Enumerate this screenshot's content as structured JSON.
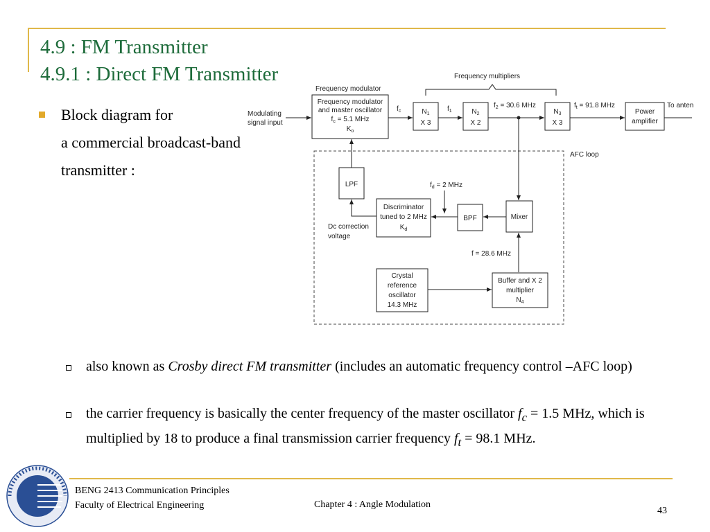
{
  "slide": {
    "title_line1": "4.9 : FM Transmitter",
    "title_line2": "4.9.1 : Direct FM Transmitter",
    "bullet": {
      "line1": "Block diagram for",
      "line2": "a commercial broadcast-band",
      "line3": "transmitter :"
    },
    "sub_bullets": [
      {
        "pre": "also known as ",
        "italic": "Crosby direct FM transmitter",
        "post": " (includes an automatic frequency control –AFC loop)"
      },
      {
        "text1": "the carrier frequency is basically the center frequency of the master oscillator ",
        "var1": "f",
        "sub1": "c",
        "text2": " = 1.5 MHz, which is multiplied by 18 to produce a final transmission carrier frequency ",
        "var2": "f",
        "sub2": "t",
        "text3": " = 98.1 MHz."
      }
    ]
  },
  "diagram": {
    "group_frequency_modulator": "Frequency modulator",
    "group_frequency_multipliers": "Frequency multipliers",
    "group_afc_loop": "AFC loop",
    "modulating_input": [
      "Modulating",
      "signal input"
    ],
    "fm_master_osc": [
      "Frequency modulator",
      "and master oscillator",
      "f",
      "c",
      " = 5.1 MHz",
      "K",
      "o"
    ],
    "n1": [
      "N",
      "1",
      "X 3"
    ],
    "n2": [
      "N",
      "2",
      "X 2"
    ],
    "n3": [
      "N",
      "3",
      "X 3"
    ],
    "power_amp": [
      "Power",
      "amplifier"
    ],
    "to_antenna": "To antenna",
    "fc_label": [
      "f",
      "c"
    ],
    "f1_label": [
      "f",
      "1"
    ],
    "f2_label": [
      "f",
      "2",
      " = 30.6 MHz"
    ],
    "ft_label": [
      "f",
      "t",
      " = 91.8 MHz"
    ],
    "lpf": "LPF",
    "fd_label": [
      "f",
      "d",
      " = 2 MHz"
    ],
    "discriminator": [
      "Discriminator",
      "tuned to 2 MHz",
      "K",
      "d"
    ],
    "bpf": "BPF",
    "mixer": "Mixer",
    "dc_correction": [
      "Dc correction",
      "voltage"
    ],
    "f_mixer": "f = 28.6 MHz",
    "crystal_osc": [
      "Crystal",
      "reference",
      "oscillator",
      "14.3 MHz"
    ],
    "buffer": [
      "Buffer and X 2",
      "multiplier",
      "N",
      "4"
    ]
  },
  "footer": {
    "course": "BENG 2413 Communication Principles",
    "faculty": "Faculty of Electrical Engineering",
    "chapter": "Chapter 4 : Angle Modulation",
    "page": "43"
  },
  "colors": {
    "accent_gold": "#e0b84a",
    "title_green": "#1d6b3a",
    "logo_blue": "#2a4f95"
  }
}
